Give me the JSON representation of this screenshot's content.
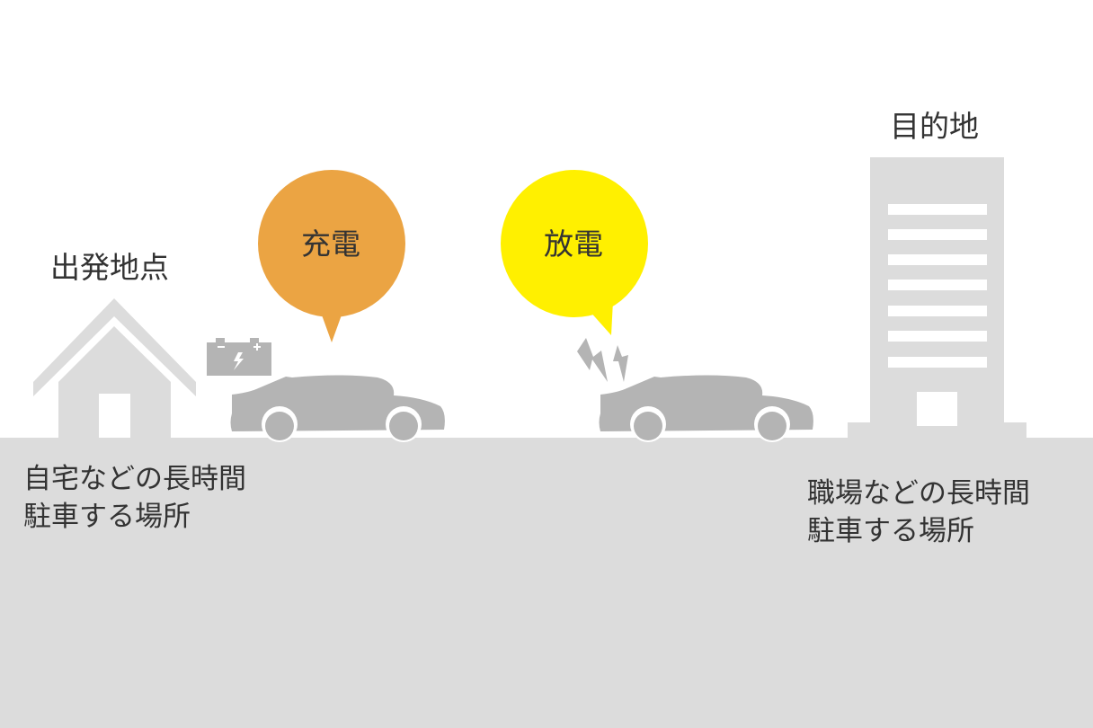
{
  "labels": {
    "start": "出発地点",
    "destination": "目的地",
    "charge": "充電",
    "discharge": "放電"
  },
  "descriptions": {
    "home_line1": "自宅などの長時間",
    "home_line2": "駐車する場所",
    "work_line1": "職場などの長時間",
    "work_line2": "駐車する場所"
  },
  "colors": {
    "charge_bubble": "#eba443",
    "discharge_bubble": "#fff000",
    "ground": "#dcdcdc",
    "car": "#b4b4b4"
  }
}
